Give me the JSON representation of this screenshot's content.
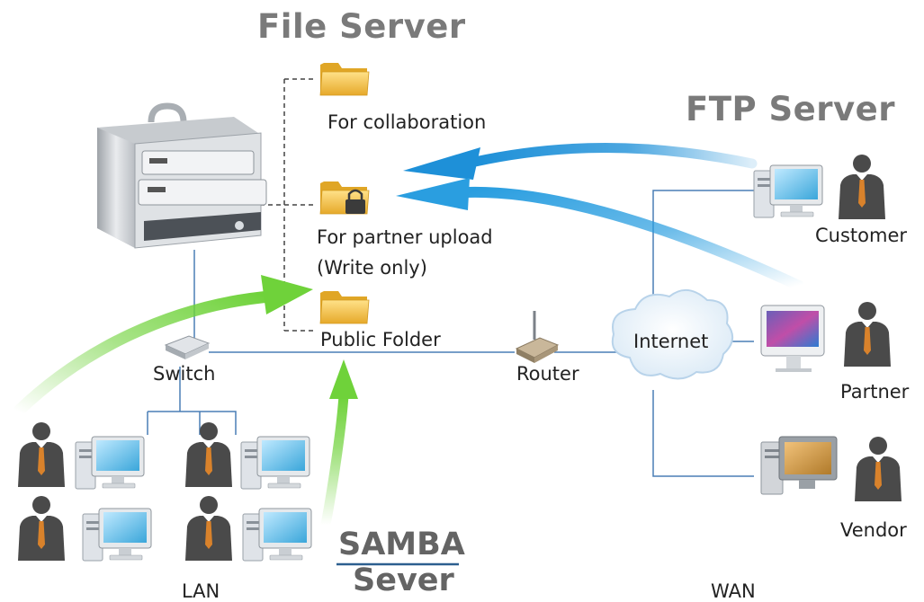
{
  "titles": {
    "file_server": "File Server",
    "ftp_server": "FTP Server",
    "samba_line1": "SAMBA",
    "samba_line2": "Sever"
  },
  "folders": {
    "collaboration": "For collaboration",
    "partner_upload_line1": "For partner upload",
    "partner_upload_line2": "(Write only)",
    "public": "Public Folder"
  },
  "network": {
    "switch": "Switch",
    "router": "Router",
    "internet": "Internet"
  },
  "users": {
    "customer": "Customer",
    "partner": "Partner",
    "vendor": "Vendor"
  },
  "zones": {
    "lan": "LAN",
    "wan": "WAN"
  },
  "colors": {
    "title_gray": "#7a7a7a",
    "ftp_arrow_blue": "#1e90d8",
    "samba_arrow_green": "#6fd23a",
    "line_blue": "#4a7fb5",
    "folder_yellow": "#f3c244",
    "person_gray": "#4a4a4a",
    "tie_orange": "#d9822b"
  }
}
